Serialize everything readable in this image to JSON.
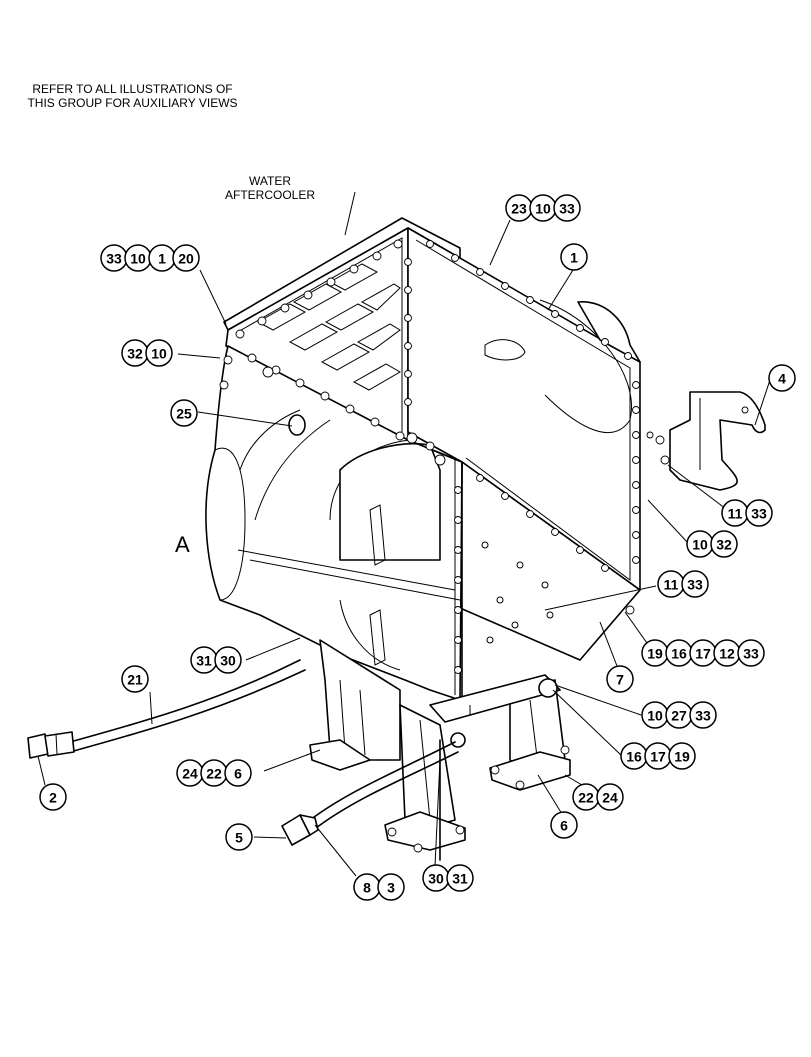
{
  "notes": {
    "refer_line1": "REFER TO ALL ILLUSTRATIONS OF",
    "refer_line2": "THIS GROUP FOR AUXILIARY VIEWS",
    "aftercooler_line1": "WATER",
    "aftercooler_line2": "AFTERCOOLER",
    "view_a": "A"
  },
  "callouts": [
    {
      "id": "c-23-10-33",
      "labels": [
        "23",
        "10",
        "33"
      ]
    },
    {
      "id": "c-33-10-1-20",
      "labels": [
        "33",
        "10",
        "1",
        "20"
      ]
    },
    {
      "id": "c-1",
      "labels": [
        "1"
      ]
    },
    {
      "id": "c-32-10",
      "labels": [
        "32",
        "10"
      ]
    },
    {
      "id": "c-4",
      "labels": [
        "4"
      ]
    },
    {
      "id": "c-25",
      "labels": [
        "25"
      ]
    },
    {
      "id": "c-11-33-right",
      "labels": [
        "11",
        "33"
      ]
    },
    {
      "id": "c-10-32",
      "labels": [
        "10",
        "32"
      ]
    },
    {
      "id": "c-11-33-plate",
      "labels": [
        "11",
        "33"
      ]
    },
    {
      "id": "c-19-16-17-12-33",
      "labels": [
        "19",
        "16",
        "17",
        "12",
        "33"
      ]
    },
    {
      "id": "c-31-30",
      "labels": [
        "31",
        "30"
      ]
    },
    {
      "id": "c-7",
      "labels": [
        "7"
      ]
    },
    {
      "id": "c-21",
      "labels": [
        "21"
      ]
    },
    {
      "id": "c-10-27-33",
      "labels": [
        "10",
        "27",
        "33"
      ]
    },
    {
      "id": "c-24-22-6",
      "labels": [
        "24",
        "22",
        "6"
      ]
    },
    {
      "id": "c-16-17-19",
      "labels": [
        "16",
        "17",
        "19"
      ]
    },
    {
      "id": "c-2",
      "labels": [
        "2"
      ]
    },
    {
      "id": "c-22-24",
      "labels": [
        "22",
        "24"
      ]
    },
    {
      "id": "c-6-right",
      "labels": [
        "6"
      ]
    },
    {
      "id": "c-5",
      "labels": [
        "5"
      ]
    },
    {
      "id": "c-8-3",
      "labels": [
        "8",
        "3"
      ]
    },
    {
      "id": "c-30-31",
      "labels": [
        "30",
        "31"
      ]
    }
  ]
}
